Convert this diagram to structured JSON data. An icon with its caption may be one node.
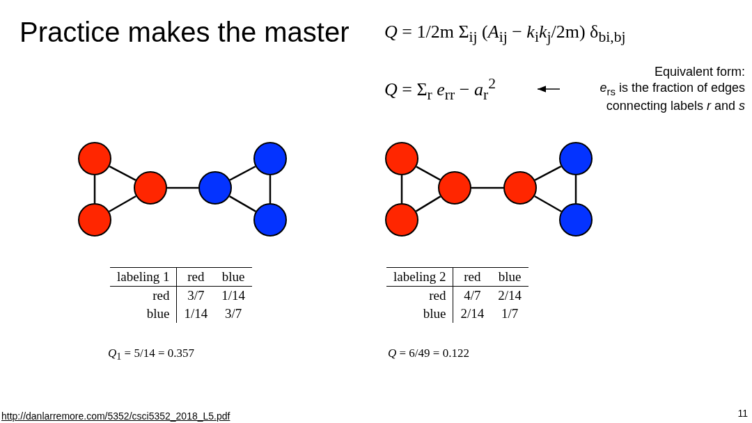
{
  "diagram": {
    "title": "Practice makes the master",
    "nodes": [
      {
        "text": [],
        "shape": "circle"
      },
      {
        "text": [],
        "shape": "circle"
      },
      {
        "text": [],
        "shape": "circle"
      },
      {
        "text": [],
        "shape": "circle"
      },
      {
        "text": [],
        "shape": "circle"
      },
      {
        "text": [],
        "shape": "circle"
      },
      {
        "text": [],
        "shape": "circle"
      },
      {
        "text": [],
        "shape": "circle"
      },
      {
        "text": [],
        "shape": "circle"
      },
      {
        "text": [],
        "shape": "circle"
      },
      {
        "text": [],
        "shape": "circle"
      },
      {
        "text": [],
        "shape": "circle"
      },
      {
        "text": [
          "*Q* = Σ$_{r}$ *e*$_{rr}$ − *a*$_{r}$$^{2}$"
        ]
      },
      {
        "text": [
          "Equivalent form:",
          "*e*$_{rs}$ is the fraction of edges connecting labels *r* and *s*"
        ]
      }
    ],
    "edges": [
      {
        "from": 0,
        "to": 1,
        "arrow": "none"
      },
      {
        "from": 0,
        "to": 2,
        "arrow": "none"
      },
      {
        "from": 1,
        "to": 2,
        "arrow": "none"
      },
      {
        "from": 2,
        "to": 3,
        "arrow": "none"
      },
      {
        "from": 3,
        "to": 4,
        "arrow": "none"
      },
      {
        "from": 3,
        "to": 5,
        "arrow": "none"
      },
      {
        "from": 4,
        "to": 5,
        "arrow": "none"
      },
      {
        "from": 6,
        "to": 7,
        "arrow": "none"
      },
      {
        "from": 6,
        "to": 8,
        "arrow": "none"
      },
      {
        "from": 7,
        "to": 8,
        "arrow": "none"
      },
      {
        "from": 8,
        "to": 9,
        "arrow": "none"
      },
      {
        "from": 9,
        "to": 10,
        "arrow": "none"
      },
      {
        "from": 9,
        "to": 11,
        "arrow": "none"
      },
      {
        "from": 10,
        "to": 11,
        "arrow": "none"
      },
      {
        "from": 13,
        "to": 12,
        "arrow": "to"
      }
    ],
    "labels": [
      "*Q* = 1/2m Σ$_{ij}$ (*A*$_{ij}$ − *k*$_{i}$*k*$_{j}$/2m) δ$_{bi,bj}$",
      "labeling 1",
      "red",
      "blue",
      "red",
      "3/7",
      "1/14",
      "blue",
      "1/14",
      "3/7",
      "labeling 2",
      "red",
      "blue",
      "red",
      "4/7",
      "2/14",
      "blue",
      "2/14",
      "1/7",
      "*Q*$_{1}$ = 5/14 = 0.357",
      "*Q* = 6/49 = 0.122",
      "http://danlarremore.com/5352/csci5352_2018_L5.pdf",
      "11"
    ]
  }
}
